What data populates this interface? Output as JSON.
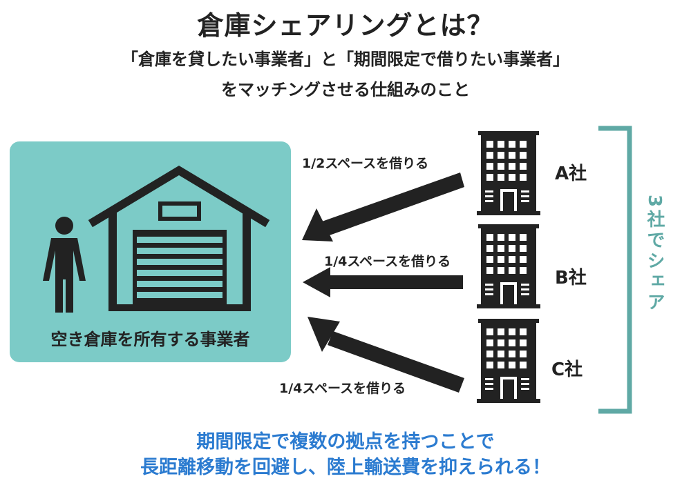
{
  "header": {
    "title": "倉庫シェアリングとは？",
    "subtitle_line1": "「倉庫を貸したい事業者」と「期間限定で借りたい事業者」",
    "subtitle_line2": "をマッチングさせる仕組みのこと"
  },
  "owner": {
    "label": "空き倉庫を所有する事業者",
    "box_color": "#7ccbc7"
  },
  "renters": [
    {
      "name": "A社",
      "arrow_label": "1/2スペースを借りる"
    },
    {
      "name": "B社",
      "arrow_label": "1/4スペースを借りる"
    },
    {
      "name": "C社",
      "arrow_label": "1/4スペースを借りる"
    }
  ],
  "share": {
    "label": "3社でシェア",
    "color": "#5fa9a5"
  },
  "benefit": {
    "line1": "期間限定で複数の拠点を持つことで",
    "line2": "長距離移動を回避し、陸上輸送費を抑えられる！",
    "color": "#2b7bd0"
  },
  "icons": [
    "person-icon",
    "warehouse-icon",
    "building-icon"
  ]
}
